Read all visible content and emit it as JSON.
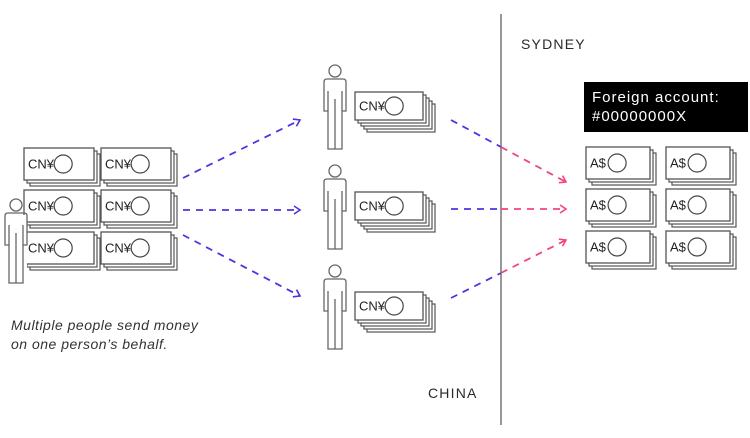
{
  "regions": {
    "origin": "CHINA",
    "destination": "SYDNEY"
  },
  "caption": {
    "line1": "Multiple people send money",
    "line2": "on one person’s behalf."
  },
  "foreign_account": {
    "line1": "Foreign account:",
    "line2": "#00000000X"
  },
  "currencies": {
    "source": "CN¥",
    "destination": "A$"
  },
  "source_stacks_count": 6,
  "intermediaries_count": 3,
  "destination_stacks_count": 6,
  "colors": {
    "arrow_china": "#4b35e0",
    "arrow_sydney": "#f2467a",
    "border_line": "#777777",
    "bill_stroke": "#555555",
    "account_bg": "#000000"
  }
}
